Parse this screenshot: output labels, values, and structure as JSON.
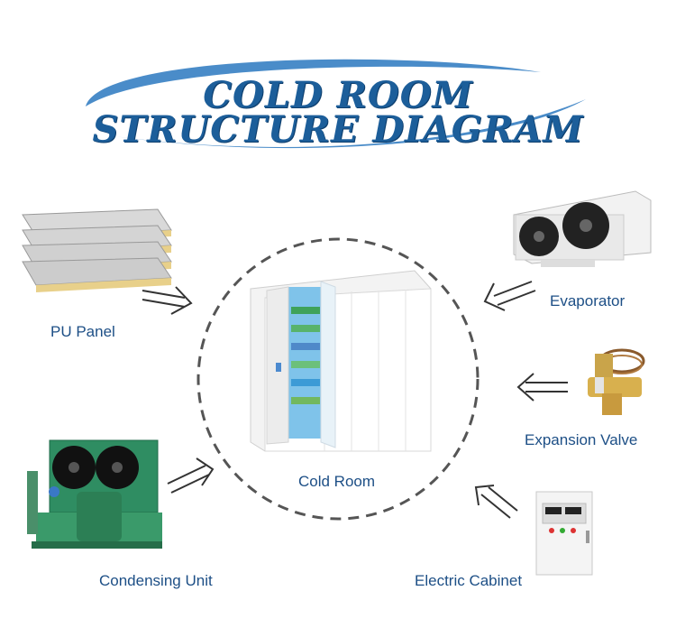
{
  "title": {
    "line1": "COLD ROOM",
    "line2": "STRUCTURE DIAGRAM"
  },
  "components": {
    "pu_panel": "PU Panel",
    "evaporator": "Evaporator",
    "expansion_valve": "Expansion Valve",
    "condensing_unit": "Condensing Unit",
    "electric_cabinet": "Electric Cabinet",
    "cold_room": "Cold Room"
  },
  "colors": {
    "title": "#1c5e9a",
    "label": "#1d4f86",
    "circle": "#555555",
    "swoosh": "#2a78bf"
  }
}
